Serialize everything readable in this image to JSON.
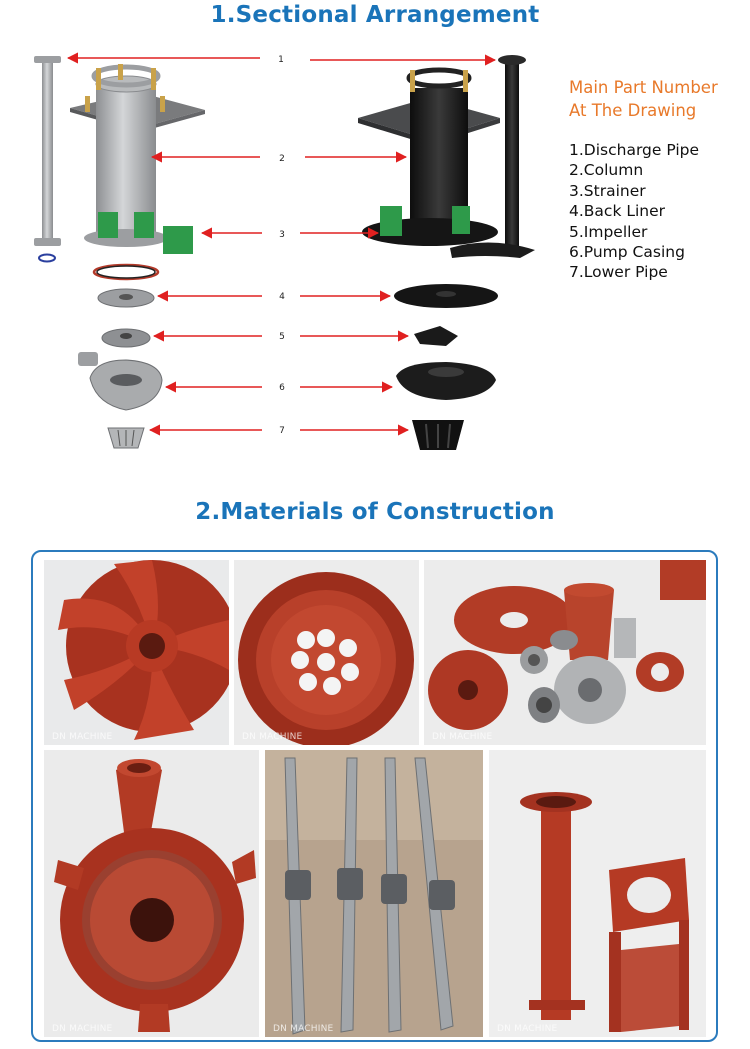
{
  "section1": {
    "title": "1.Sectional Arrangement"
  },
  "section2": {
    "title": "2.Materials of Construction"
  },
  "diagram": {
    "callout_numbers": [
      "1",
      "2",
      "3",
      "4",
      "5",
      "6",
      "7"
    ],
    "colors": {
      "arrow": "#e02020",
      "steel": "#a9abad",
      "black": "#1c1c1c",
      "green": "#2e9a4a",
      "plate": "#6e6e6e"
    }
  },
  "legend": {
    "heading_line1": "Main Part Number",
    "heading_line2": "At The Drawing",
    "items": [
      "1.Discharge Pipe",
      "2.Column",
      "3.Strainer",
      "4.Back Liner",
      "5.Impeller",
      "6.Pump Casing",
      "7.Lower Pipe"
    ]
  },
  "photos": {
    "watermark": "DN MACHINE",
    "colors": {
      "rust": "#b43a24",
      "metal": "#a8aaad",
      "background": "#eeeeee"
    }
  }
}
